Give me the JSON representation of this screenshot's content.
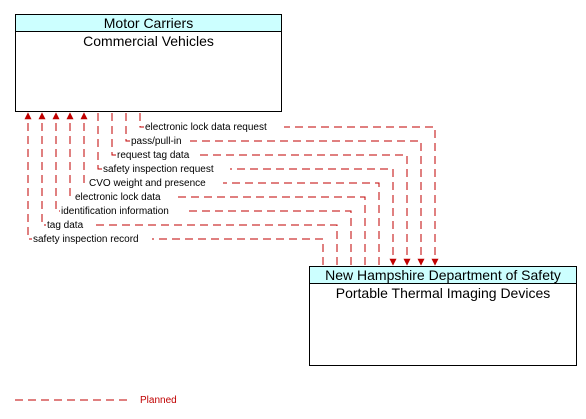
{
  "top_box": {
    "header": "Motor Carriers",
    "subtitle": "Commercial Vehicles"
  },
  "bottom_box": {
    "header": "New Hampshire Department of Safety",
    "subtitle": "Portable Thermal Imaging Devices"
  },
  "colors": {
    "flow_line": "#c00000",
    "header_fill": "#ccffff",
    "border": "#000000"
  },
  "flows": [
    {
      "label": "electronic lock data request"
    },
    {
      "label": "pass/pull-in"
    },
    {
      "label": "request tag data"
    },
    {
      "label": "safety inspection request"
    },
    {
      "label": "CVO weight and presence"
    },
    {
      "label": "electronic lock data"
    },
    {
      "label": "identification information"
    },
    {
      "label": "tag data"
    },
    {
      "label": "safety inspection record"
    }
  ],
  "legend": {
    "label": "Planned"
  }
}
